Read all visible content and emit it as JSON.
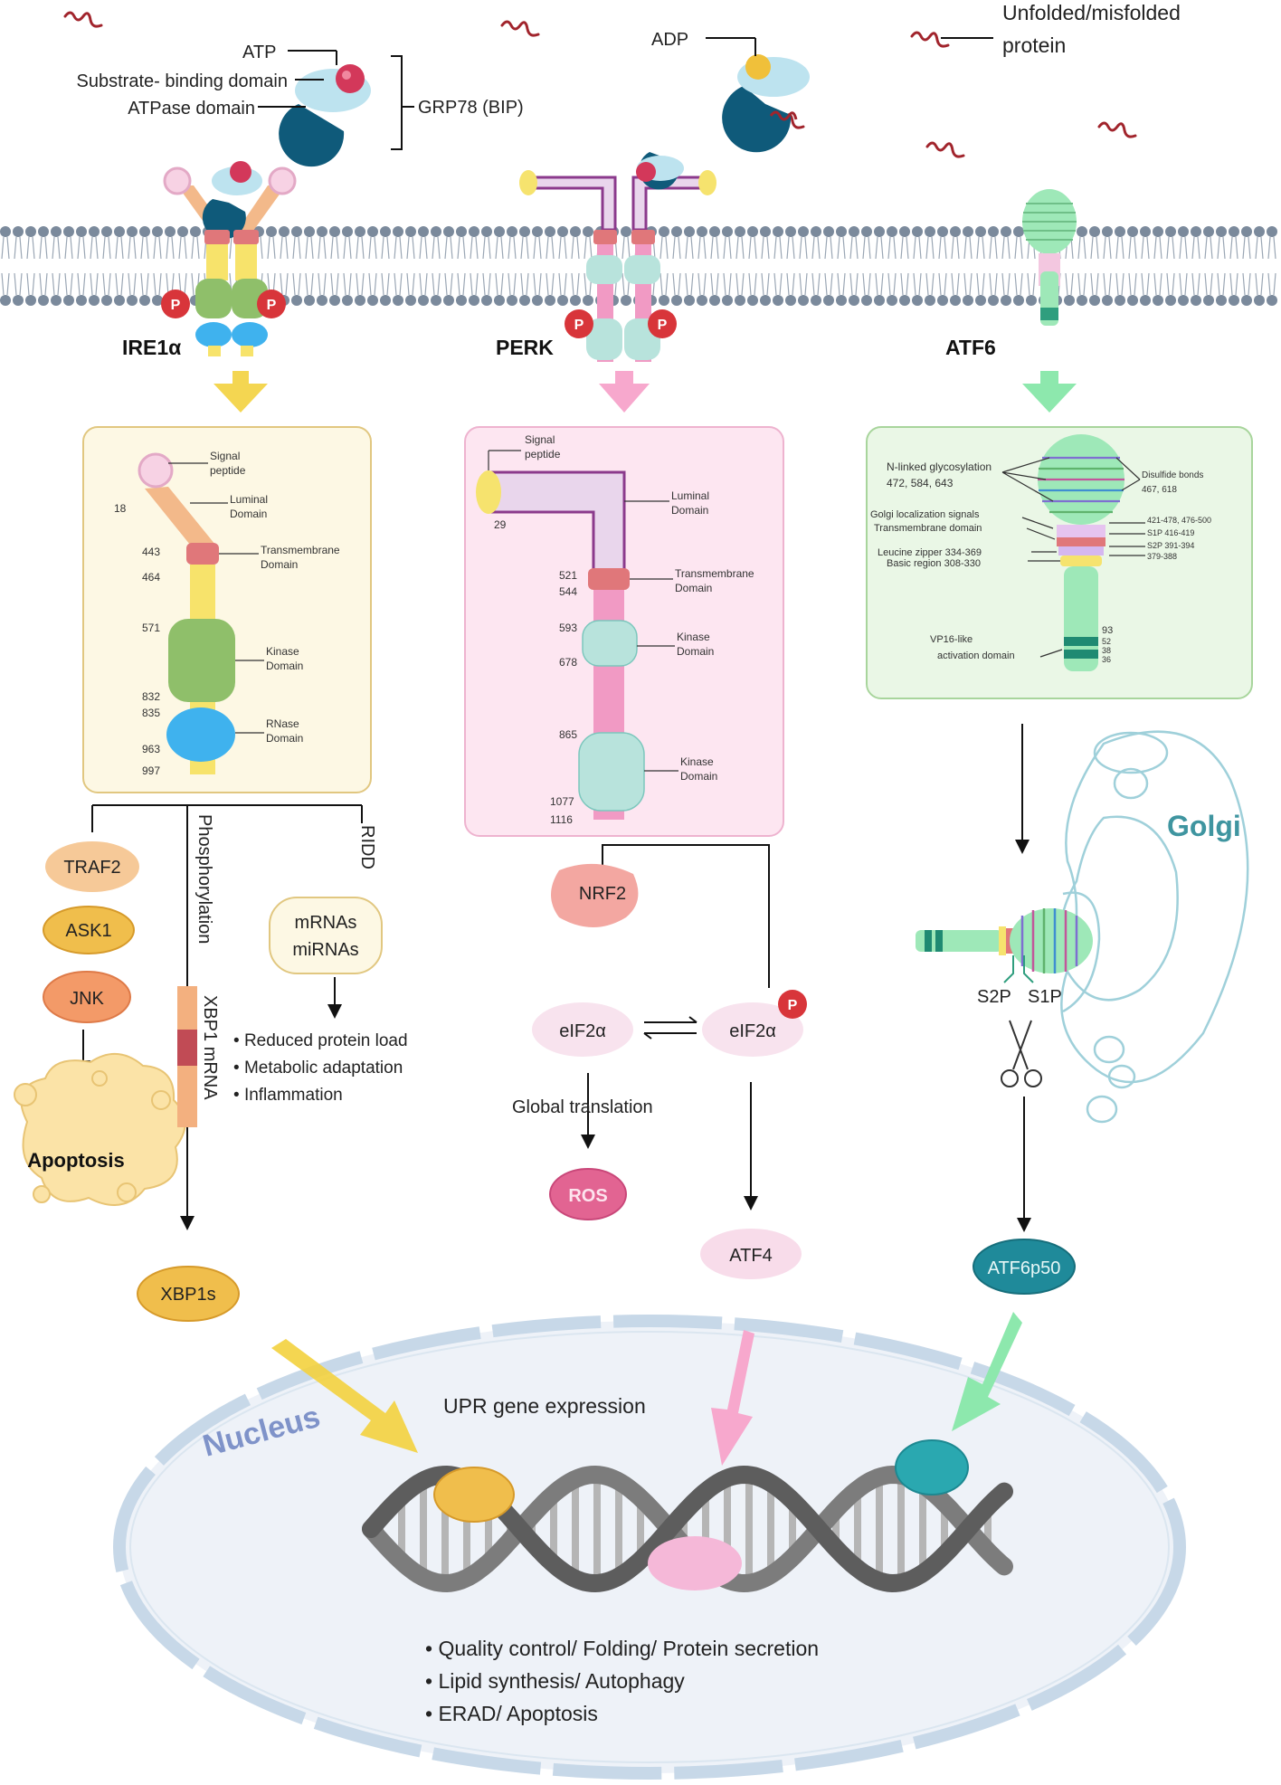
{
  "legend": {
    "atp": "ATP",
    "substrate_binding": "Substrate- binding domain",
    "atpase": "ATPase domain",
    "grp78": "GRP78 (BIP)",
    "adp": "ADP",
    "unfolded_line1": "Unfolded/misfolded",
    "unfolded_line2": "protein"
  },
  "sensors": {
    "ire1": "IRE1α",
    "perk": "PERK",
    "atf6": "ATF6",
    "phospho": "P"
  },
  "ire1_detail": {
    "signal": [
      "Signal",
      "peptide"
    ],
    "luminal": [
      "Luminal",
      "Domain"
    ],
    "tm": [
      "Transmembrane",
      "Domain"
    ],
    "kinase": [
      "Kinase",
      "Domain"
    ],
    "rnase": [
      "RNase",
      "Domain"
    ],
    "n18": "18",
    "n443": "443",
    "n464": "464",
    "n571": "571",
    "n832": "832",
    "n835": "835",
    "n963": "963",
    "n997": "997"
  },
  "perk_detail": {
    "signal": [
      "Signal",
      "peptide"
    ],
    "luminal": [
      "Luminal",
      "Domain"
    ],
    "tm": [
      "Transmembrane",
      "Domain"
    ],
    "kinase1": [
      "Kinase",
      "Domain"
    ],
    "kinase2": [
      "Kinase",
      "Domain"
    ],
    "n29": "29",
    "n521": "521",
    "n544": "544",
    "n593": "593",
    "n678": "678",
    "n865": "865",
    "n1077": "1077",
    "n1116": "1116"
  },
  "atf6_detail": {
    "glyco": [
      "N-linked glycosylation",
      "472, 584, 643"
    ],
    "disulfide": [
      "Disulfide bonds",
      "467, 618"
    ],
    "golgi_loc": "Golgi localization signals",
    "tm": "Transmembrane domain",
    "s1p": "S1P 416-419",
    "s2p": "S2P 391-394",
    "leucine": "Leucine zipper 334-369",
    "basic": "Basic region 308-330",
    "vp16": [
      "VP16-like",
      "activation domain"
    ],
    "r1": "421-478, 476-500",
    "r2": "379-388",
    "n93": "93",
    "n52": "52",
    "n38": "38",
    "n36": "36"
  },
  "ire1_branch": {
    "traf2": "TRAF2",
    "ask1": "ASK1",
    "jnk": "JNK",
    "apoptosis": "Apoptosis",
    "phosphorylation": "Phosphorylation",
    "xbp1_mrna": "XBP1 mRNA",
    "xbp1s": "XBP1s",
    "ridd": "RIDD",
    "mrnas": "mRNAs",
    "mirnas": "miRNAs",
    "outcomes": [
      "Reduced protein load",
      "Metabolic adaptation",
      "Inflammation"
    ]
  },
  "perk_branch": {
    "nrf2": "NRF2",
    "eif2a": "eIF2α",
    "eif2a_p": "eIF2α",
    "global_translation": "Global translation",
    "ros": "ROS",
    "atf4": "ATF4"
  },
  "atf6_branch": {
    "golgi": "Golgi",
    "s2p": "S2P",
    "s1p": "S1P",
    "atf6p50": "ATF6p50"
  },
  "nucleus": {
    "label": "Nucleus",
    "upr": "UPR gene expression",
    "outcomes": [
      "Quality control/ Folding/ Protein secretion",
      "Lipid synthesis/ Autophagy",
      "ERAD/ Apoptosis"
    ]
  },
  "colors": {
    "ire1_yellow": "#f7e36b",
    "ire1_orange": "#f3b98a",
    "perk_pink": "#f19ac4",
    "perk_teal": "#b8e3dc",
    "atf6_green": "#9ee8b8",
    "golgi": "#5aa8b0",
    "nucleus_label": "#7f93c9"
  }
}
